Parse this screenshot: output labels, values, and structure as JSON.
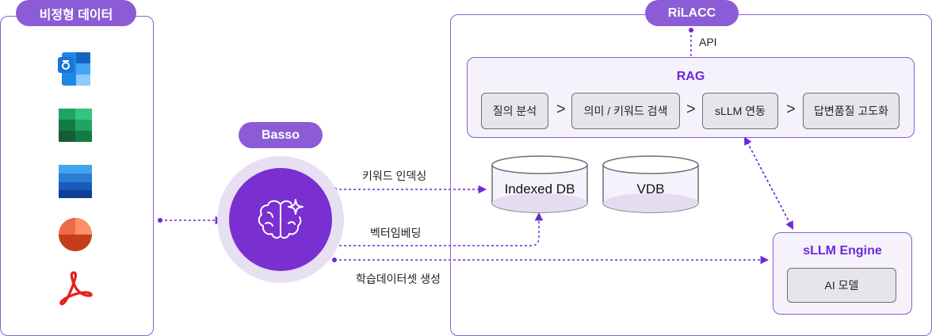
{
  "unstructured": {
    "title": "비정형 데이터",
    "icons": [
      "hwp-file-icon",
      "excel-file-icon",
      "word-file-icon",
      "powerpoint-file-icon",
      "pdf-file-icon"
    ]
  },
  "basso": {
    "title": "Basso",
    "icon": "brain-sparkle-icon"
  },
  "edges": {
    "keyword_indexing": "키워드 인덱싱",
    "vector_embedding": "벡터임베딩",
    "training_dataset": "학습데이터셋 생성"
  },
  "databases": {
    "indexed_db": "Indexed DB",
    "vdb": "VDB"
  },
  "rilacc": {
    "title": "RiLACC",
    "api": "API",
    "rag": {
      "title": "RAG",
      "steps": [
        "질의 분석",
        "의미 / 키워드 검색",
        "sLLM 연동",
        "답변품질 고도화"
      ],
      "separator": ">"
    },
    "engine": {
      "title": "sLLM Engine",
      "model": "AI 모델"
    }
  },
  "colors": {
    "accent": "#8b5cd6",
    "dark_purple": "#6d28d9",
    "halo": "#e6e0f2",
    "box_fill": "#f5f2fb"
  }
}
